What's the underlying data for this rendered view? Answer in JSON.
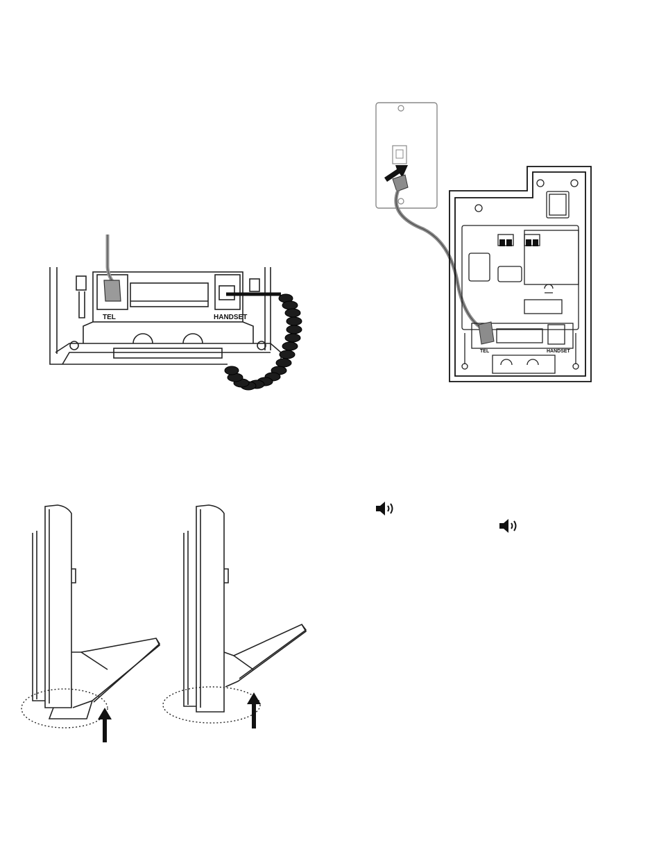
{
  "figures": {
    "base_jacks": {
      "tel_label": "TEL",
      "handset_label": "HANDSET"
    },
    "wall_connection": {
      "tel_label": "TEL",
      "handset_label": "HANDSET"
    }
  },
  "icons": {
    "speaker_icon_name": "speaker-volume-icon",
    "accent_color": "#1a1a1a"
  }
}
